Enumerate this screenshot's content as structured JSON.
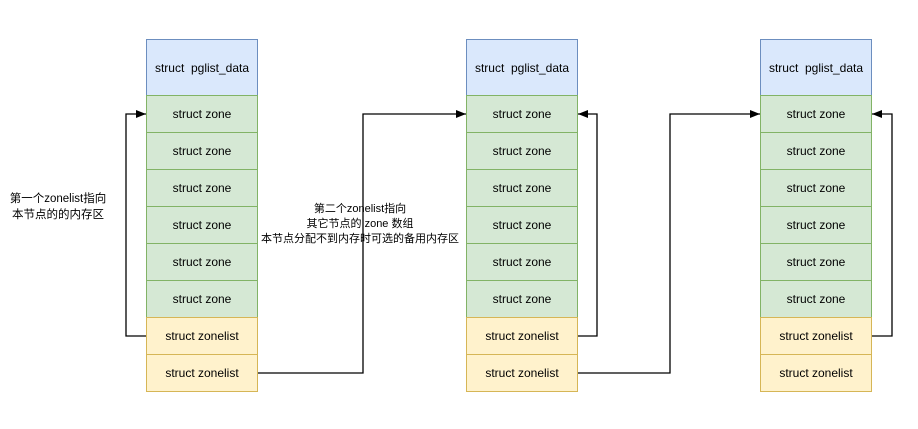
{
  "diagram": {
    "nodes": [
      {
        "header": "struct  pglist_data",
        "zones": [
          "struct zone",
          "struct zone",
          "struct zone",
          "struct zone",
          "struct zone",
          "struct zone"
        ],
        "zonelists": [
          "struct zonelist",
          "struct zonelist"
        ]
      },
      {
        "header": "struct  pglist_data",
        "zones": [
          "struct zone",
          "struct zone",
          "struct zone",
          "struct zone",
          "struct zone",
          "struct zone"
        ],
        "zonelists": [
          "struct zonelist",
          "struct zonelist"
        ]
      },
      {
        "header": "struct  pglist_data",
        "zones": [
          "struct zone",
          "struct zone",
          "struct zone",
          "struct zone",
          "struct zone",
          "struct zone"
        ],
        "zonelists": [
          "struct zonelist",
          "struct zonelist"
        ]
      }
    ],
    "annotations": [
      {
        "lines": [
          "第一个zonelist指向",
          "本节点的的内存区"
        ]
      },
      {
        "lines": [
          "第二个zonelist指向",
          "其它节点的 zone 数组",
          "本节点分配不到内存时可选的备用内存区"
        ]
      }
    ],
    "colors": {
      "background": "#ffffff",
      "header_fill": "#dae8fc",
      "header_stroke": "#6c8ebf",
      "zone_fill": "#d5e8d4",
      "zone_stroke": "#82b366",
      "zonelist_fill": "#fff2cc",
      "zonelist_stroke": "#d6b656",
      "arrow": "#000000",
      "text": "#000000"
    }
  }
}
